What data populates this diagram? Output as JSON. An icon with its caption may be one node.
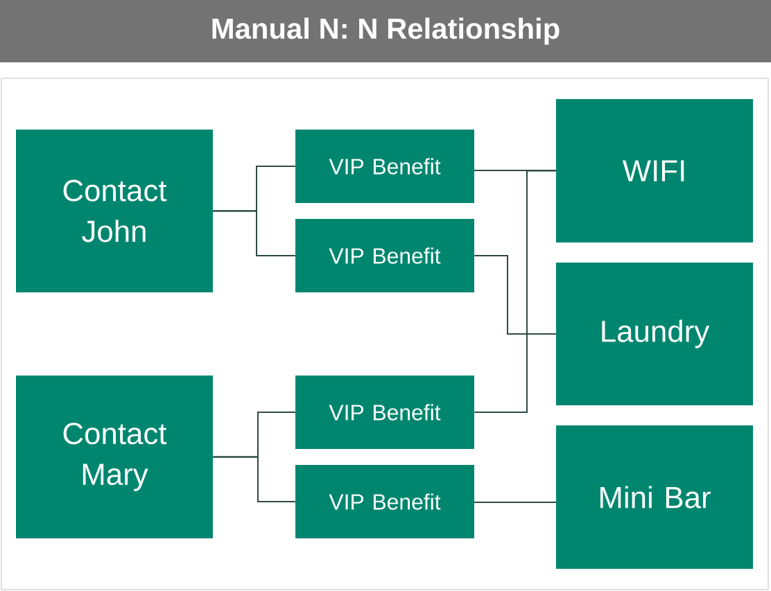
{
  "diagram": {
    "title": "Manual N: N Relationship",
    "nodes": [
      {
        "text": [
          "Contact John"
        ]
      },
      {
        "text": [
          "VIP Benefit"
        ]
      },
      {
        "text": [
          "VIP Benefit"
        ]
      },
      {
        "text": [
          "WIFI"
        ]
      },
      {
        "text": [
          "Laundry"
        ]
      },
      {
        "text": [
          "Contact Mary"
        ]
      },
      {
        "text": [
          "VIP Benefit"
        ]
      },
      {
        "text": [
          "VIP Benefit"
        ]
      },
      {
        "text": [
          "Mini Bar"
        ]
      }
    ],
    "edges": [
      {
        "from": 0,
        "to": 1,
        "arrow": "none"
      },
      {
        "from": 0,
        "to": 2,
        "arrow": "none"
      },
      {
        "from": 1,
        "to": 3,
        "arrow": "none"
      },
      {
        "from": 2,
        "to": 4,
        "arrow": "none"
      },
      {
        "from": 6,
        "to": 3,
        "arrow": "none"
      },
      {
        "from": 5,
        "to": 6,
        "arrow": "none"
      },
      {
        "from": 5,
        "to": 7,
        "arrow": "none"
      },
      {
        "from": 7,
        "to": 8,
        "arrow": "none"
      }
    ]
  }
}
